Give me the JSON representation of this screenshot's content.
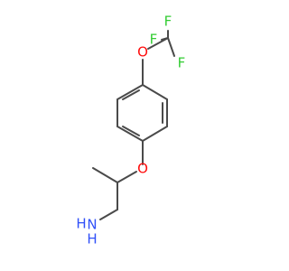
{
  "molecule": {
    "atoms": {
      "f_top": "F",
      "f_left": "F",
      "f_right": "F",
      "o_top": "O",
      "o_mid": "O",
      "n": "N",
      "h1": "H",
      "h2": "H"
    },
    "colors": {
      "bond": "#4a4a4a",
      "fluorine": "#33cc33",
      "oxygen": "#ff0d0d",
      "nitrogen": "#3050f8"
    }
  }
}
